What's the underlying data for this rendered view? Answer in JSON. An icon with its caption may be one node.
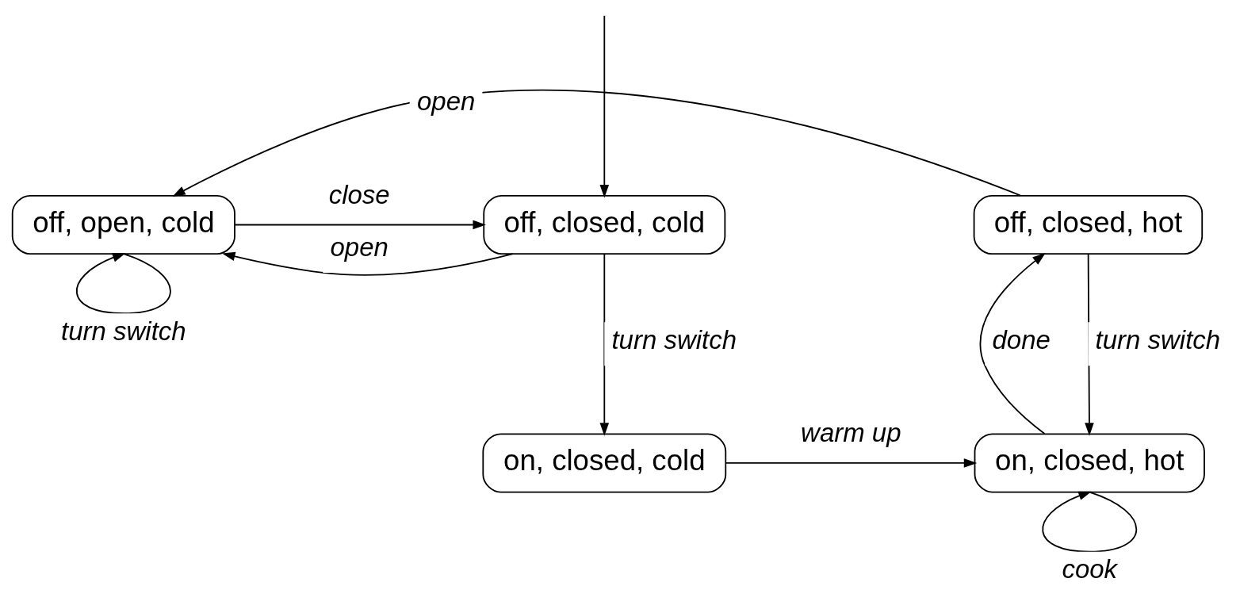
{
  "diagram": {
    "nodes": [
      {
        "text": [
          "off, open, cold"
        ]
      },
      {
        "text": [
          "off, closed, cold"
        ]
      },
      {
        "text": [
          "off, closed, hot"
        ]
      },
      {
        "text": [
          "on, closed, cold"
        ]
      },
      {
        "text": [
          "on, closed, hot"
        ]
      }
    ],
    "edges": [
      {
        "from": null,
        "to": 1,
        "arrow": "to"
      },
      {
        "from": 1,
        "to": 0,
        "arrow": "to",
        "label": "open"
      },
      {
        "from": 0,
        "to": 1,
        "arrow": "to",
        "label": "close"
      },
      {
        "from": 0,
        "to": 0,
        "arrow": "to",
        "label": "turn switch"
      },
      {
        "from": 1,
        "to": 3,
        "arrow": "to",
        "label": "turn switch"
      },
      {
        "from": 3,
        "to": 4,
        "arrow": "to",
        "label": "warm up"
      },
      {
        "from": 4,
        "to": 4,
        "arrow": "to",
        "label": "cook"
      },
      {
        "from": 2,
        "to": 4,
        "arrow": "to",
        "label": "turn switch"
      },
      {
        "from": 4,
        "to": 2,
        "arrow": "to",
        "label": "done"
      },
      {
        "from": 2,
        "to": 0,
        "arrow": "to",
        "label": "open"
      }
    ]
  }
}
